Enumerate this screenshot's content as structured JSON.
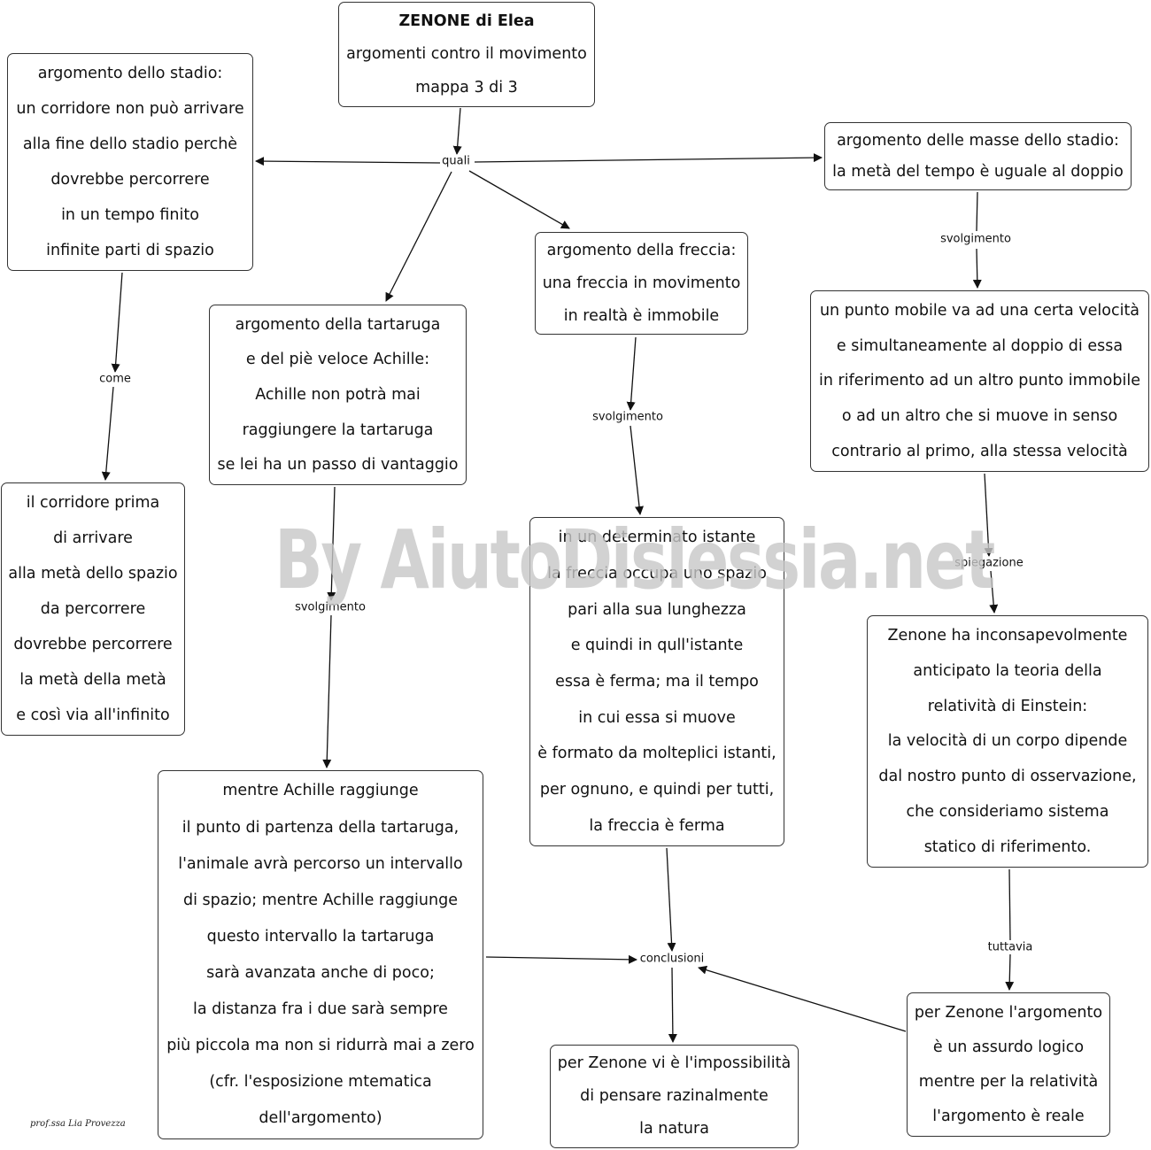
{
  "nodes": {
    "title": {
      "lines": [
        "ZENONE di Elea",
        "argomenti contro il movimento",
        "mappa  3 di 3"
      ]
    },
    "stadio": {
      "lines": [
        "argomento dello stadio:",
        "un corridore non può arrivare",
        "alla fine dello stadio perchè",
        "dovrebbe percorrere",
        "in un tempo finito",
        "infinite parti di spazio"
      ]
    },
    "masse": {
      "lines": [
        "argomento delle masse dello stadio:",
        "la metà del tempo è uguale al doppio"
      ]
    },
    "freccia": {
      "lines": [
        "argomento della freccia:",
        "una freccia in movimento",
        "in realtà è immobile"
      ]
    },
    "tartaruga": {
      "lines": [
        "argomento della tartaruga",
        "e del piè veloce Achille:",
        "Achille non potrà mai",
        "raggiungere la tartaruga",
        "se lei ha un passo di vantaggio"
      ]
    },
    "corridore": {
      "lines": [
        "il corridore prima",
        "di arrivare",
        "alla metà dello spazio",
        "da percorrere",
        "dovrebbe percorrere",
        "la metà della metà",
        "e così via all'infinito"
      ]
    },
    "punto_mobile": {
      "lines": [
        "un punto mobile va ad una certa velocità",
        "e simultaneamente al doppio di essa",
        "in riferimento ad un altro punto immobile",
        "o ad un altro che si muove in senso",
        "contrario al primo, alla stessa velocità"
      ]
    },
    "istante": {
      "lines": [
        "in un determinato istante",
        "la freccia occupa uno spazio",
        "pari alla sua lunghezza",
        "e quindi in qull'istante",
        "essa è ferma; ma il tempo",
        "in cui essa si muove",
        "è formato da molteplici istanti,",
        "per ognuno, e quindi per tutti,",
        "la freccia è ferma"
      ]
    },
    "einstein": {
      "lines": [
        "Zenone ha inconsapevolmente",
        "anticipato la teoria della",
        "relatività di Einstein:",
        "la velocità di un corpo dipende",
        "dal nostro punto di osservazione,",
        "che consideriamo sistema",
        "statico di riferimento."
      ]
    },
    "achille": {
      "lines": [
        "mentre Achille raggiunge",
        "il punto di partenza della tartaruga,",
        "l'animale avrà percorso un intervallo",
        "di spazio; mentre Achille raggiunge",
        "questo intervallo la tartaruga",
        "sarà avanzata anche di poco;",
        "la distanza fra i due sarà sempre",
        "più piccola ma non si ridurrà mai a zero",
        "(cfr. l'esposizione mtematica",
        "dell'argomento)"
      ]
    },
    "assurdo": {
      "lines": [
        "per Zenone l'argomento",
        "è un assurdo logico",
        "mentre per la relatività",
        "l'argomento è reale"
      ]
    },
    "impossibilita": {
      "lines": [
        "per Zenone vi è l'impossibilità",
        "di pensare razinalmente",
        "la natura"
      ]
    }
  },
  "edge_labels": {
    "quali": "quali",
    "come": "come",
    "svolgimento_masse": "svolgimento",
    "svolgimento_freccia": "svolgimento",
    "svolgimento_tartaruga": "svolgimento",
    "spiegazione": "spiegazione",
    "tuttavia": "tuttavia",
    "conclusioni": "conclusioni"
  },
  "watermark": "By AiutoDislessia.net",
  "signature": "prof.ssa Lia Provezza",
  "colors": {
    "stroke": "#111111",
    "border": "#333333",
    "watermark": "#c8c8c8"
  }
}
